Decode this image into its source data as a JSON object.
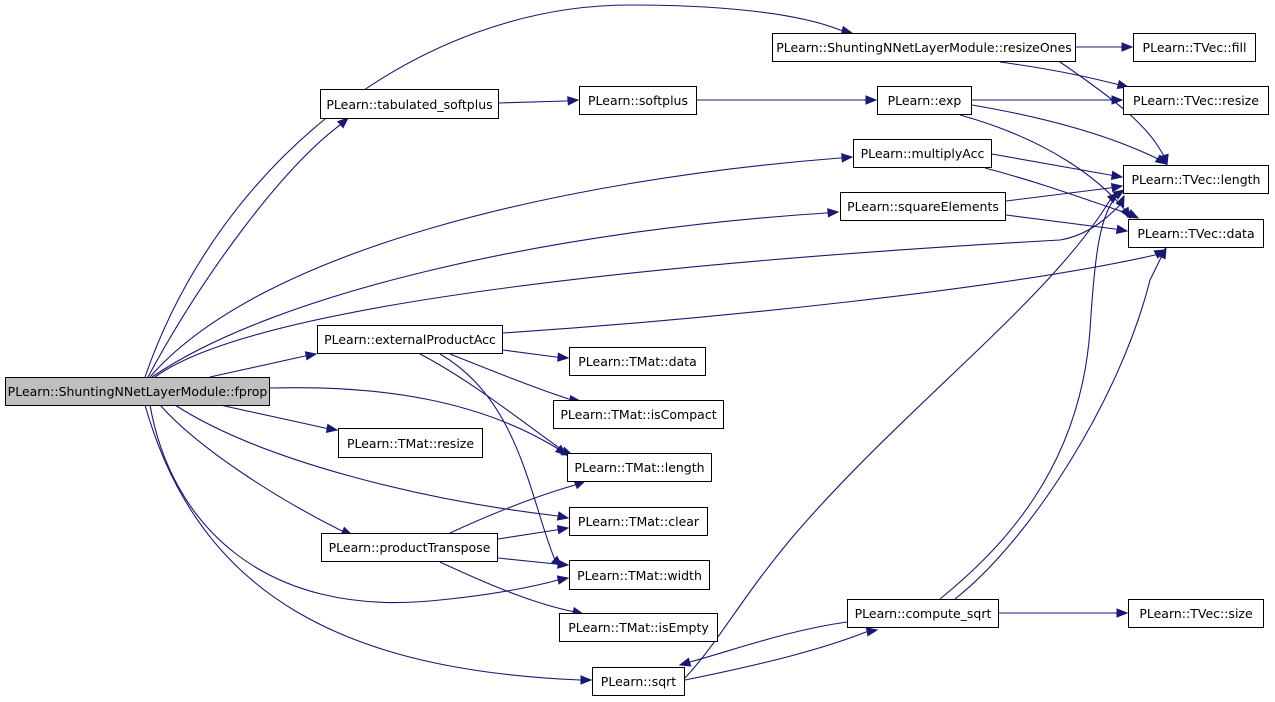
{
  "nodes": {
    "fprop": "PLearn::ShuntingNNetLayerModule::fprop",
    "resizeOnes": "PLearn::ShuntingNNetLayerModule::resizeOnes",
    "tvec_fill": "PLearn::TVec::fill",
    "tabulated_softplus": "PLearn::tabulated_softplus",
    "softplus": "PLearn::softplus",
    "exp": "PLearn::exp",
    "tvec_resize": "PLearn::TVec::resize",
    "multiplyAcc": "PLearn::multiplyAcc",
    "tvec_length": "PLearn::TVec::length",
    "squareElements": "PLearn::squareElements",
    "tvec_data": "PLearn::TVec::data",
    "externalProductAcc": "PLearn::externalProductAcc",
    "tmat_data": "PLearn::TMat::data",
    "tmat_isCompact": "PLearn::TMat::isCompact",
    "tmat_resize": "PLearn::TMat::resize",
    "tmat_length": "PLearn::TMat::length",
    "productTranspose": "PLearn::productTranspose",
    "tmat_clear": "PLearn::TMat::clear",
    "tmat_width": "PLearn::TMat::width",
    "tmat_isEmpty": "PLearn::TMat::isEmpty",
    "compute_sqrt": "PLearn::compute_sqrt",
    "tvec_size": "PLearn::TVec::size",
    "sqrt": "PLearn::sqrt"
  },
  "colors": {
    "edge": "#191970",
    "root_fill": "#bfbfbf",
    "node_fill": "#ffffff",
    "node_border": "#000000"
  }
}
